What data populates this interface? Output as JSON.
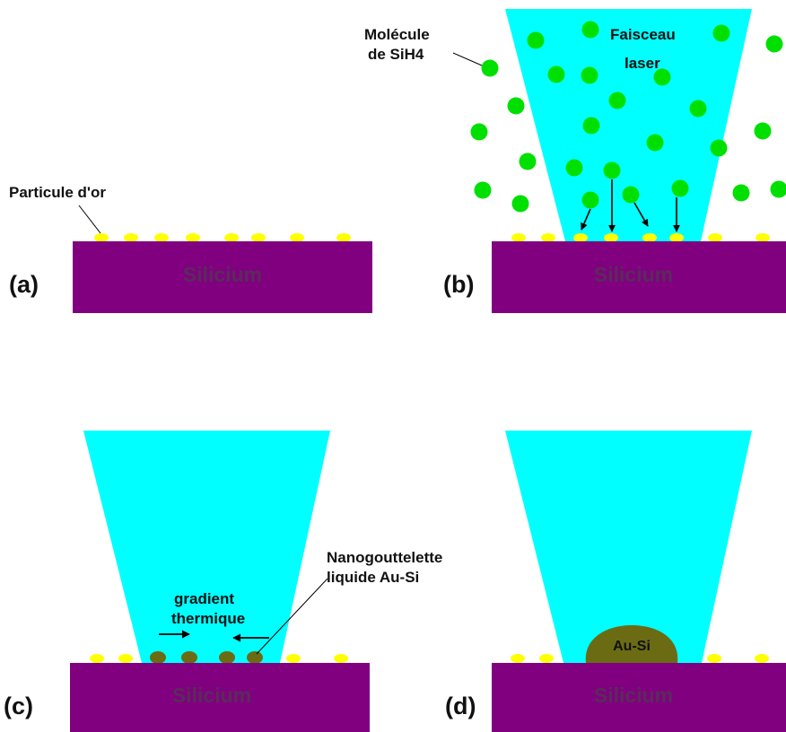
{
  "colors": {
    "substrate": "#800080",
    "substrate_text": "#5a2c5a",
    "laser": "#00ffff",
    "molecule": "#00e000",
    "gold": "#ffff00",
    "droplet": "#6b6b14"
  },
  "panels": [
    {
      "label": "(a)",
      "substrate": "Silicium"
    },
    {
      "label": "(b)",
      "substrate": "Silicium"
    },
    {
      "label": "(c)",
      "substrate": "Silicium"
    },
    {
      "label": "(d)",
      "substrate": "Silicium"
    }
  ],
  "annotations": {
    "gold_particle": "Particule d'or",
    "molecule_line1": "Molécule",
    "molecule_line2": "de SiH4",
    "laser_line1": "Faisceau",
    "laser_line2": "laser",
    "gradient_line1": "gradient",
    "gradient_line2": "thermique",
    "droplet_line1": "Nanogouttelette",
    "droplet_line2": "liquide Au-Si",
    "alloy": "Au-Si"
  }
}
